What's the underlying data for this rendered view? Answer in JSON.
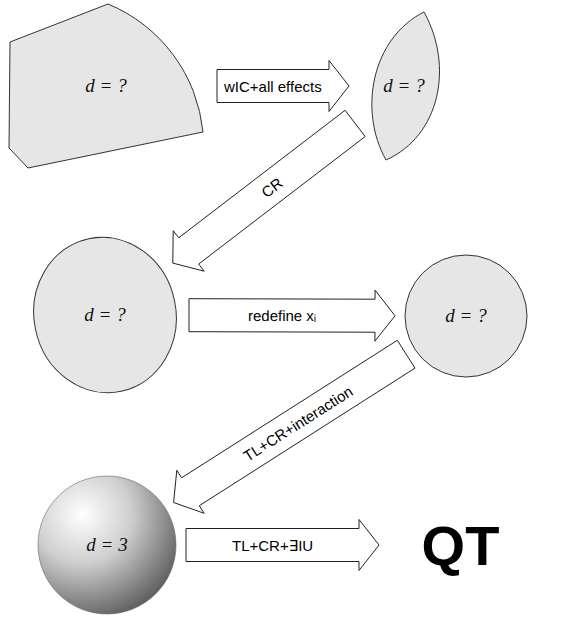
{
  "diagram": {
    "nodes": [
      {
        "text": [
          "d = ?"
        ]
      },
      {
        "text": [
          "d = ?"
        ]
      },
      {
        "text": [
          "d = ?"
        ]
      },
      {
        "text": [
          "d = ?"
        ]
      },
      {
        "text": [
          "d = 3"
        ]
      },
      {
        "text": [
          "QT"
        ]
      }
    ],
    "edges": [
      {
        "from": 0,
        "to": 1,
        "arrow": "to",
        "label": "wIC+all effects"
      },
      {
        "from": 1,
        "to": 2,
        "arrow": "to",
        "label": "CR"
      },
      {
        "from": 2,
        "to": 3,
        "arrow": "to",
        "label": "redefine xᵢ"
      },
      {
        "from": 3,
        "to": 4,
        "arrow": "to",
        "label": "TL+CR+interaction"
      },
      {
        "from": 4,
        "to": 5,
        "arrow": "to",
        "label": "TL+CR+∃IU"
      }
    ]
  }
}
